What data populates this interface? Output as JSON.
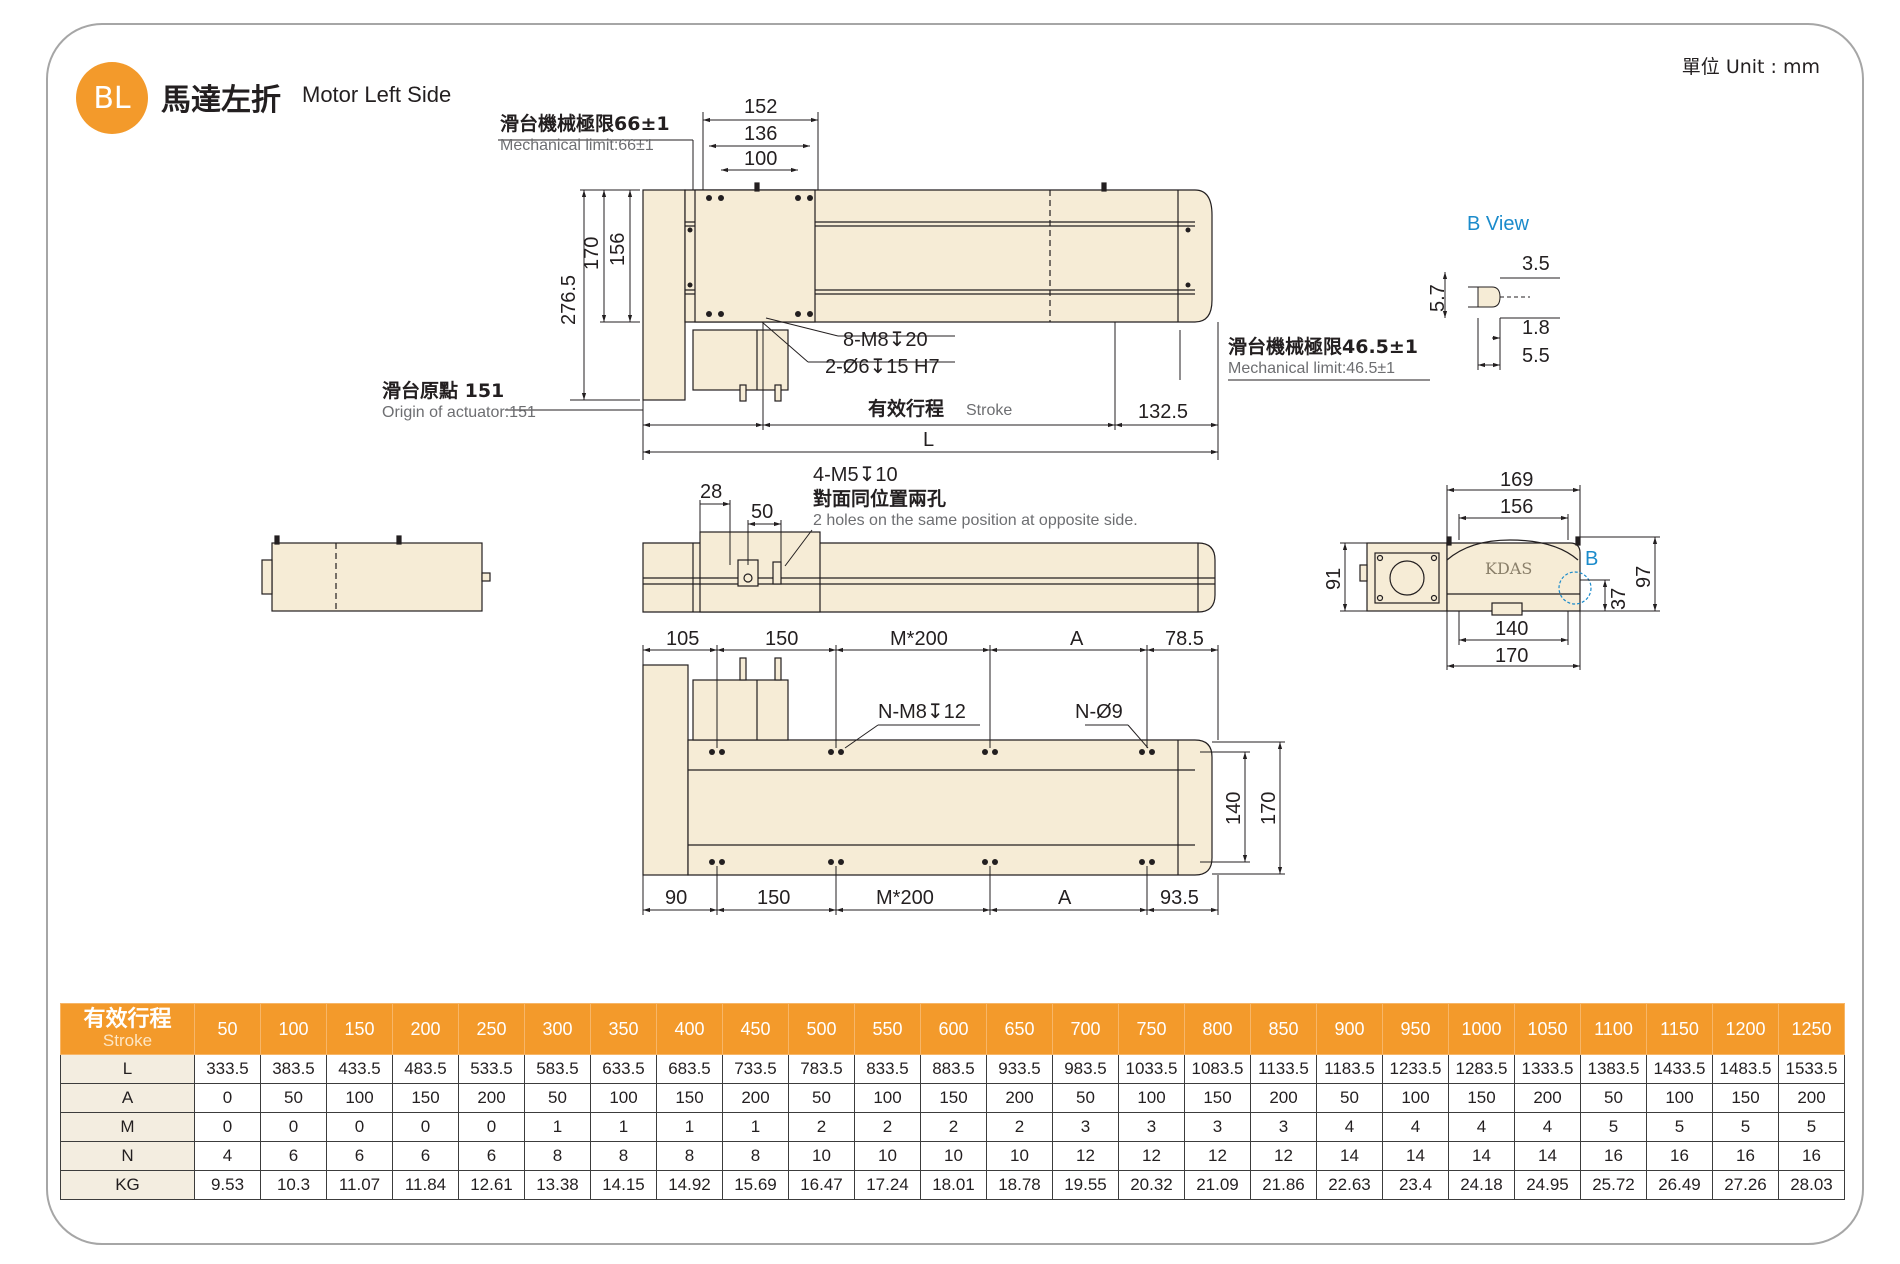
{
  "header": {
    "badge": "BL",
    "title_cn": "馬達左折",
    "title_en": "Motor Left Side",
    "unit": "單位 Unit : mm"
  },
  "top_view": {
    "dim_152": "152",
    "dim_136": "136",
    "dim_100": "100",
    "mech_limit_left_cn": "滑台機械極限66±1",
    "mech_limit_left_en": "Mechanical limit:66±1",
    "dim_276_5": "276.5",
    "dim_170": "170",
    "dim_156": "156",
    "callout_m8": "8-M8↧20",
    "callout_d6": "2-Ø6↧15 H7",
    "origin_cn": "滑台原點 151",
    "origin_en": "Origin of actuator:151",
    "stroke_cn": "有效行程",
    "stroke_en": "Stroke",
    "dim_132_5": "132.5",
    "dim_L": "L",
    "mech_limit_right_cn": "滑台機械極限46.5±1",
    "mech_limit_right_en": "Mechanical limit:46.5±1"
  },
  "b_view": {
    "title": "B View",
    "dim_3_5": "3.5",
    "dim_5_7": "5.7",
    "dim_1_8": "1.8",
    "dim_5_5": "5.5"
  },
  "side_view": {
    "dim_28": "28",
    "dim_50": "50",
    "callout_m5": "4-M5↧10",
    "callout_cn": "對面同位置兩孔",
    "callout_en": "2 holes on the same position at opposite side."
  },
  "end_view": {
    "dim_169": "169",
    "dim_156": "156",
    "dim_91": "91",
    "dim_97": "97",
    "dim_37": "37",
    "dim_140": "140",
    "dim_170": "170",
    "label_b": "B",
    "logo": "KDAS"
  },
  "bottom_view": {
    "dim_105": "105",
    "dim_150_top": "150",
    "dim_m200_top": "M*200",
    "dim_A_top": "A",
    "dim_78_5": "78.5",
    "callout_nm8": "N-M8↧12",
    "callout_n9": "N-Ø9",
    "dim_140": "140",
    "dim_170": "170",
    "dim_90": "90",
    "dim_150_bottom": "150",
    "dim_m200_bottom": "M*200",
    "dim_A_bottom": "A",
    "dim_93_5": "93.5"
  },
  "colors": {
    "accent": "#f39a2b",
    "body_fill": "#f6ecd6",
    "line": "#231f20",
    "blue": "#1b8bcb"
  },
  "spec_table": {
    "header_cn": "有效行程",
    "header_en": "Stroke",
    "strokes": [
      "50",
      "100",
      "150",
      "200",
      "250",
      "300",
      "350",
      "400",
      "450",
      "500",
      "550",
      "600",
      "650",
      "700",
      "750",
      "800",
      "850",
      "900",
      "950",
      "1000",
      "1050",
      "1100",
      "1150",
      "1200",
      "1250"
    ],
    "rows": [
      {
        "label": "L",
        "values": [
          "333.5",
          "383.5",
          "433.5",
          "483.5",
          "533.5",
          "583.5",
          "633.5",
          "683.5",
          "733.5",
          "783.5",
          "833.5",
          "883.5",
          "933.5",
          "983.5",
          "1033.5",
          "1083.5",
          "1133.5",
          "1183.5",
          "1233.5",
          "1283.5",
          "1333.5",
          "1383.5",
          "1433.5",
          "1483.5",
          "1533.5"
        ]
      },
      {
        "label": "A",
        "values": [
          "0",
          "50",
          "100",
          "150",
          "200",
          "50",
          "100",
          "150",
          "200",
          "50",
          "100",
          "150",
          "200",
          "50",
          "100",
          "150",
          "200",
          "50",
          "100",
          "150",
          "200",
          "50",
          "100",
          "150",
          "200"
        ]
      },
      {
        "label": "M",
        "values": [
          "0",
          "0",
          "0",
          "0",
          "0",
          "1",
          "1",
          "1",
          "1",
          "2",
          "2",
          "2",
          "2",
          "3",
          "3",
          "3",
          "3",
          "4",
          "4",
          "4",
          "4",
          "5",
          "5",
          "5",
          "5"
        ]
      },
      {
        "label": "N",
        "values": [
          "4",
          "6",
          "6",
          "6",
          "6",
          "8",
          "8",
          "8",
          "8",
          "10",
          "10",
          "10",
          "10",
          "12",
          "12",
          "12",
          "12",
          "14",
          "14",
          "14",
          "14",
          "16",
          "16",
          "16",
          "16"
        ]
      },
      {
        "label": "KG",
        "values": [
          "9.53",
          "10.3",
          "11.07",
          "11.84",
          "12.61",
          "13.38",
          "14.15",
          "14.92",
          "15.69",
          "16.47",
          "17.24",
          "18.01",
          "18.78",
          "19.55",
          "20.32",
          "21.09",
          "21.86",
          "22.63",
          "23.4",
          "24.18",
          "24.95",
          "25.72",
          "26.49",
          "27.26",
          "28.03"
        ]
      }
    ]
  }
}
